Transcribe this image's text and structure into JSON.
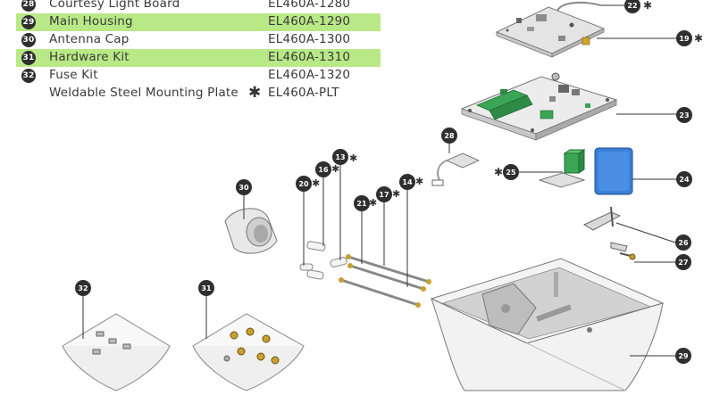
{
  "parts_list": [
    {
      "num": "28",
      "desc": "Courtesy Light Board",
      "pn": "EL460A-1280",
      "highlight": false,
      "star": false
    },
    {
      "num": "29",
      "desc": "Main Housing",
      "pn": "EL460A-1290",
      "highlight": true,
      "star": false
    },
    {
      "num": "30",
      "desc": "Antenna Cap",
      "pn": "EL460A-1300",
      "highlight": false,
      "star": false
    },
    {
      "num": "31",
      "desc": "Hardware Kit",
      "pn": "EL460A-1310",
      "highlight": true,
      "star": false
    },
    {
      "num": "32",
      "desc": "Fuse Kit",
      "pn": "EL460A-1320",
      "highlight": false,
      "star": false
    },
    {
      "num": "",
      "desc": "Weldable Steel Mounting Plate",
      "pn": "EL460A-PLT",
      "highlight": false,
      "star": true
    }
  ],
  "star_glyph": "✱",
  "callouts": {
    "c13": "13",
    "c14": "14",
    "c16": "16",
    "c17": "17",
    "c19": "19",
    "c20": "20",
    "c21": "21",
    "c22": "22",
    "c23": "23",
    "c24": "24",
    "c25": "25",
    "c26": "26",
    "c27": "27",
    "c28": "28",
    "c29": "29",
    "c30": "30",
    "c31": "31",
    "c32": "32"
  },
  "colors": {
    "highlight": "#b8e986",
    "callout_fill": "#2f2f2f",
    "board_green": "#3aa655",
    "blue_part": "#3b7fd6"
  }
}
